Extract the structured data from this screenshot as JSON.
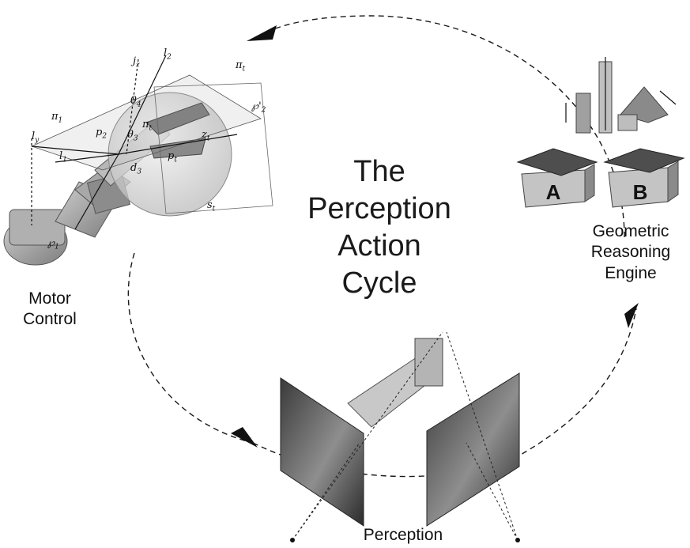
{
  "title": {
    "line1": "The",
    "line2": "Perception",
    "line3": "Action",
    "line4": "Cycle"
  },
  "nodes": {
    "motor_control": {
      "line1": "Motor",
      "line2": "Control"
    },
    "geometric_reasoning": {
      "line1": "Geometric",
      "line2": "Reasoning",
      "line3": "Engine"
    },
    "perception": {
      "label": "Perception"
    }
  },
  "boxes": {
    "box_a": "A",
    "box_b": "B"
  },
  "arm_labels": {
    "l2": "l",
    "l2_sub": "2",
    "jz": "j",
    "jz_sub": "z",
    "pi_t": "π",
    "pi_t_sub": "t",
    "pi1": "π",
    "pi1_sub": "1",
    "theta4": "θ",
    "theta4_sub": "4",
    "p2prime": "℘'",
    "p2prime_sub": "2",
    "ly": "l",
    "ly_sub": "y",
    "p2": "p",
    "p2_sub": "2",
    "theta3": "θ",
    "theta3_sub": "3",
    "pi_t2": "π",
    "pi_t2_sub": "t",
    "zt": "z",
    "zt_sub": "t",
    "l1": "l",
    "l1_sub": "1",
    "d3": "d",
    "d3_sub": "3",
    "pt": "p",
    "pt_sub": "t",
    "st": "s",
    "st_sub": "t",
    "p1": "℘",
    "p1_sub": "1"
  },
  "colors": {
    "cycle_line": "#1a1a1a",
    "arm_grey": "#9c9c9c",
    "sphere": "#d4d4d4",
    "box_face": "#b8b8b8",
    "box_lid": "#5a5a5a"
  }
}
